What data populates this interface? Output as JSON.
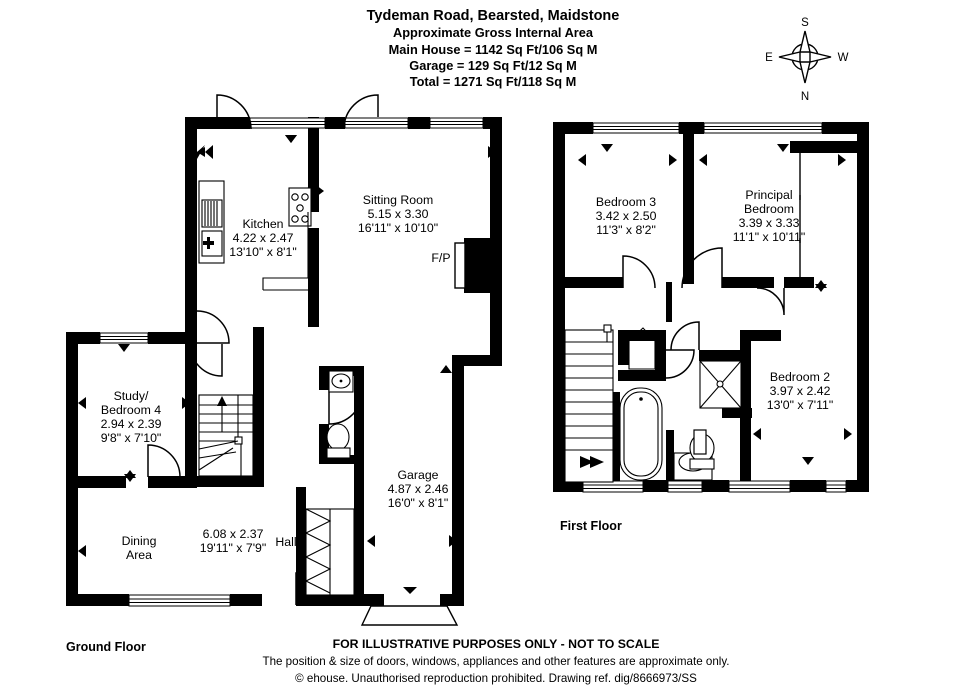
{
  "header": {
    "title": "Tydeman Road, Bearsted, Maidstone",
    "subtitle": "Approximate Gross Internal Area",
    "line_main_house": "Main House = 1142 Sq Ft/106 Sq M",
    "line_garage": "Garage = 129 Sq Ft/12 Sq M",
    "line_total": "Total = 1271 Sq Ft/118 Sq M"
  },
  "compass": {
    "top": "S",
    "bottom": "N",
    "left": "E",
    "right": "W"
  },
  "floors": [
    {
      "key": "ground",
      "label": "Ground Floor"
    },
    {
      "key": "first",
      "label": "First Floor"
    }
  ],
  "ground_floor": {
    "label": "Ground Floor",
    "rooms": [
      {
        "name": "Kitchen",
        "metric": "4.22 x 2.47",
        "imperial": "13'10\" x 8'1\""
      },
      {
        "name": "Sitting Room",
        "metric": "5.15 x 3.30",
        "imperial": "16'11\" x 10'10\""
      },
      {
        "name": "Study/",
        "name2": "Bedroom 4",
        "metric": "2.94 x 2.39",
        "imperial": "9'8\" x 7'10\""
      },
      {
        "name": "Dining",
        "name2": "Area",
        "metric": "6.08 x 2.37",
        "imperial": "19'11\" x 7'9\""
      },
      {
        "name": "Hall"
      },
      {
        "name": "Garage",
        "metric": "4.87 x 2.46",
        "imperial": "16'0\" x 8'1\""
      }
    ],
    "fireplace_label": "F/P"
  },
  "first_floor": {
    "label": "First Floor",
    "rooms": [
      {
        "name": "Bedroom 3",
        "metric": "3.42 x 2.50",
        "imperial": "11'3\" x 8'2\""
      },
      {
        "name": "Principal",
        "name2": "Bedroom",
        "metric": "3.39 x 3.33",
        "imperial": "11'1\" x 10'11\""
      },
      {
        "name": "Bedroom 2",
        "metric": "3.97 x 2.42",
        "imperial": "13'0\" x 7'11\""
      }
    ]
  },
  "footer": {
    "disclaimer": "FOR ILLUSTRATIVE PURPOSES ONLY - NOT TO SCALE",
    "note": "The position & size of doors, windows, appliances and other features are approximate only.",
    "copyright": "© ehouse. Unauthorised reproduction prohibited. Drawing ref. dig/8666973/SS"
  },
  "colors": {
    "wall": "#000000",
    "background": "#ffffff"
  }
}
